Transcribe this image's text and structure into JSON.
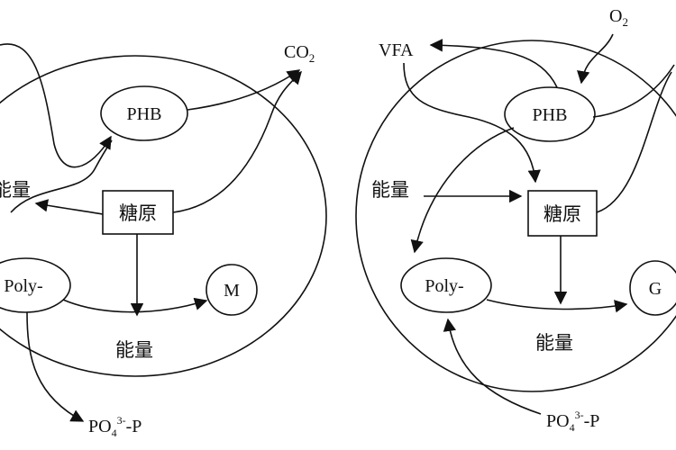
{
  "left": {
    "phb": "PHB",
    "glycogen": "糖原",
    "polyp": "Poly-",
    "m": "M",
    "energy_left": "能量",
    "energy_bottom": "能量",
    "co2": "CO",
    "co2_sub": "2",
    "po4_main": "PO",
    "po4_sub": "4",
    "po4_sup": "3-",
    "po4_tail": "-P"
  },
  "right": {
    "phb": "PHB",
    "glycogen": "糖原",
    "polyp": "Poly-",
    "g": "G",
    "energy_left": "能量",
    "energy_bottom": "能量",
    "vfa": "VFA",
    "o2": "O",
    "o2_sub": "2",
    "po4_main": "PO",
    "po4_sub": "4",
    "po4_sup": "3-",
    "po4_tail": "-P"
  }
}
